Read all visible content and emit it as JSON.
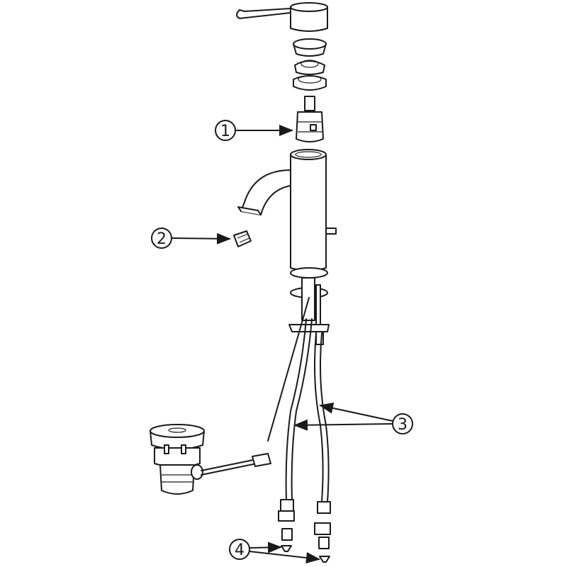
{
  "diagram": {
    "callouts": [
      {
        "id": "1",
        "label": "1"
      },
      {
        "id": "2",
        "label": "2"
      },
      {
        "id": "3",
        "label": "3"
      },
      {
        "id": "4",
        "label": "4"
      }
    ],
    "colors": {
      "line": "#1a1a1a",
      "background": "#ffffff"
    }
  }
}
